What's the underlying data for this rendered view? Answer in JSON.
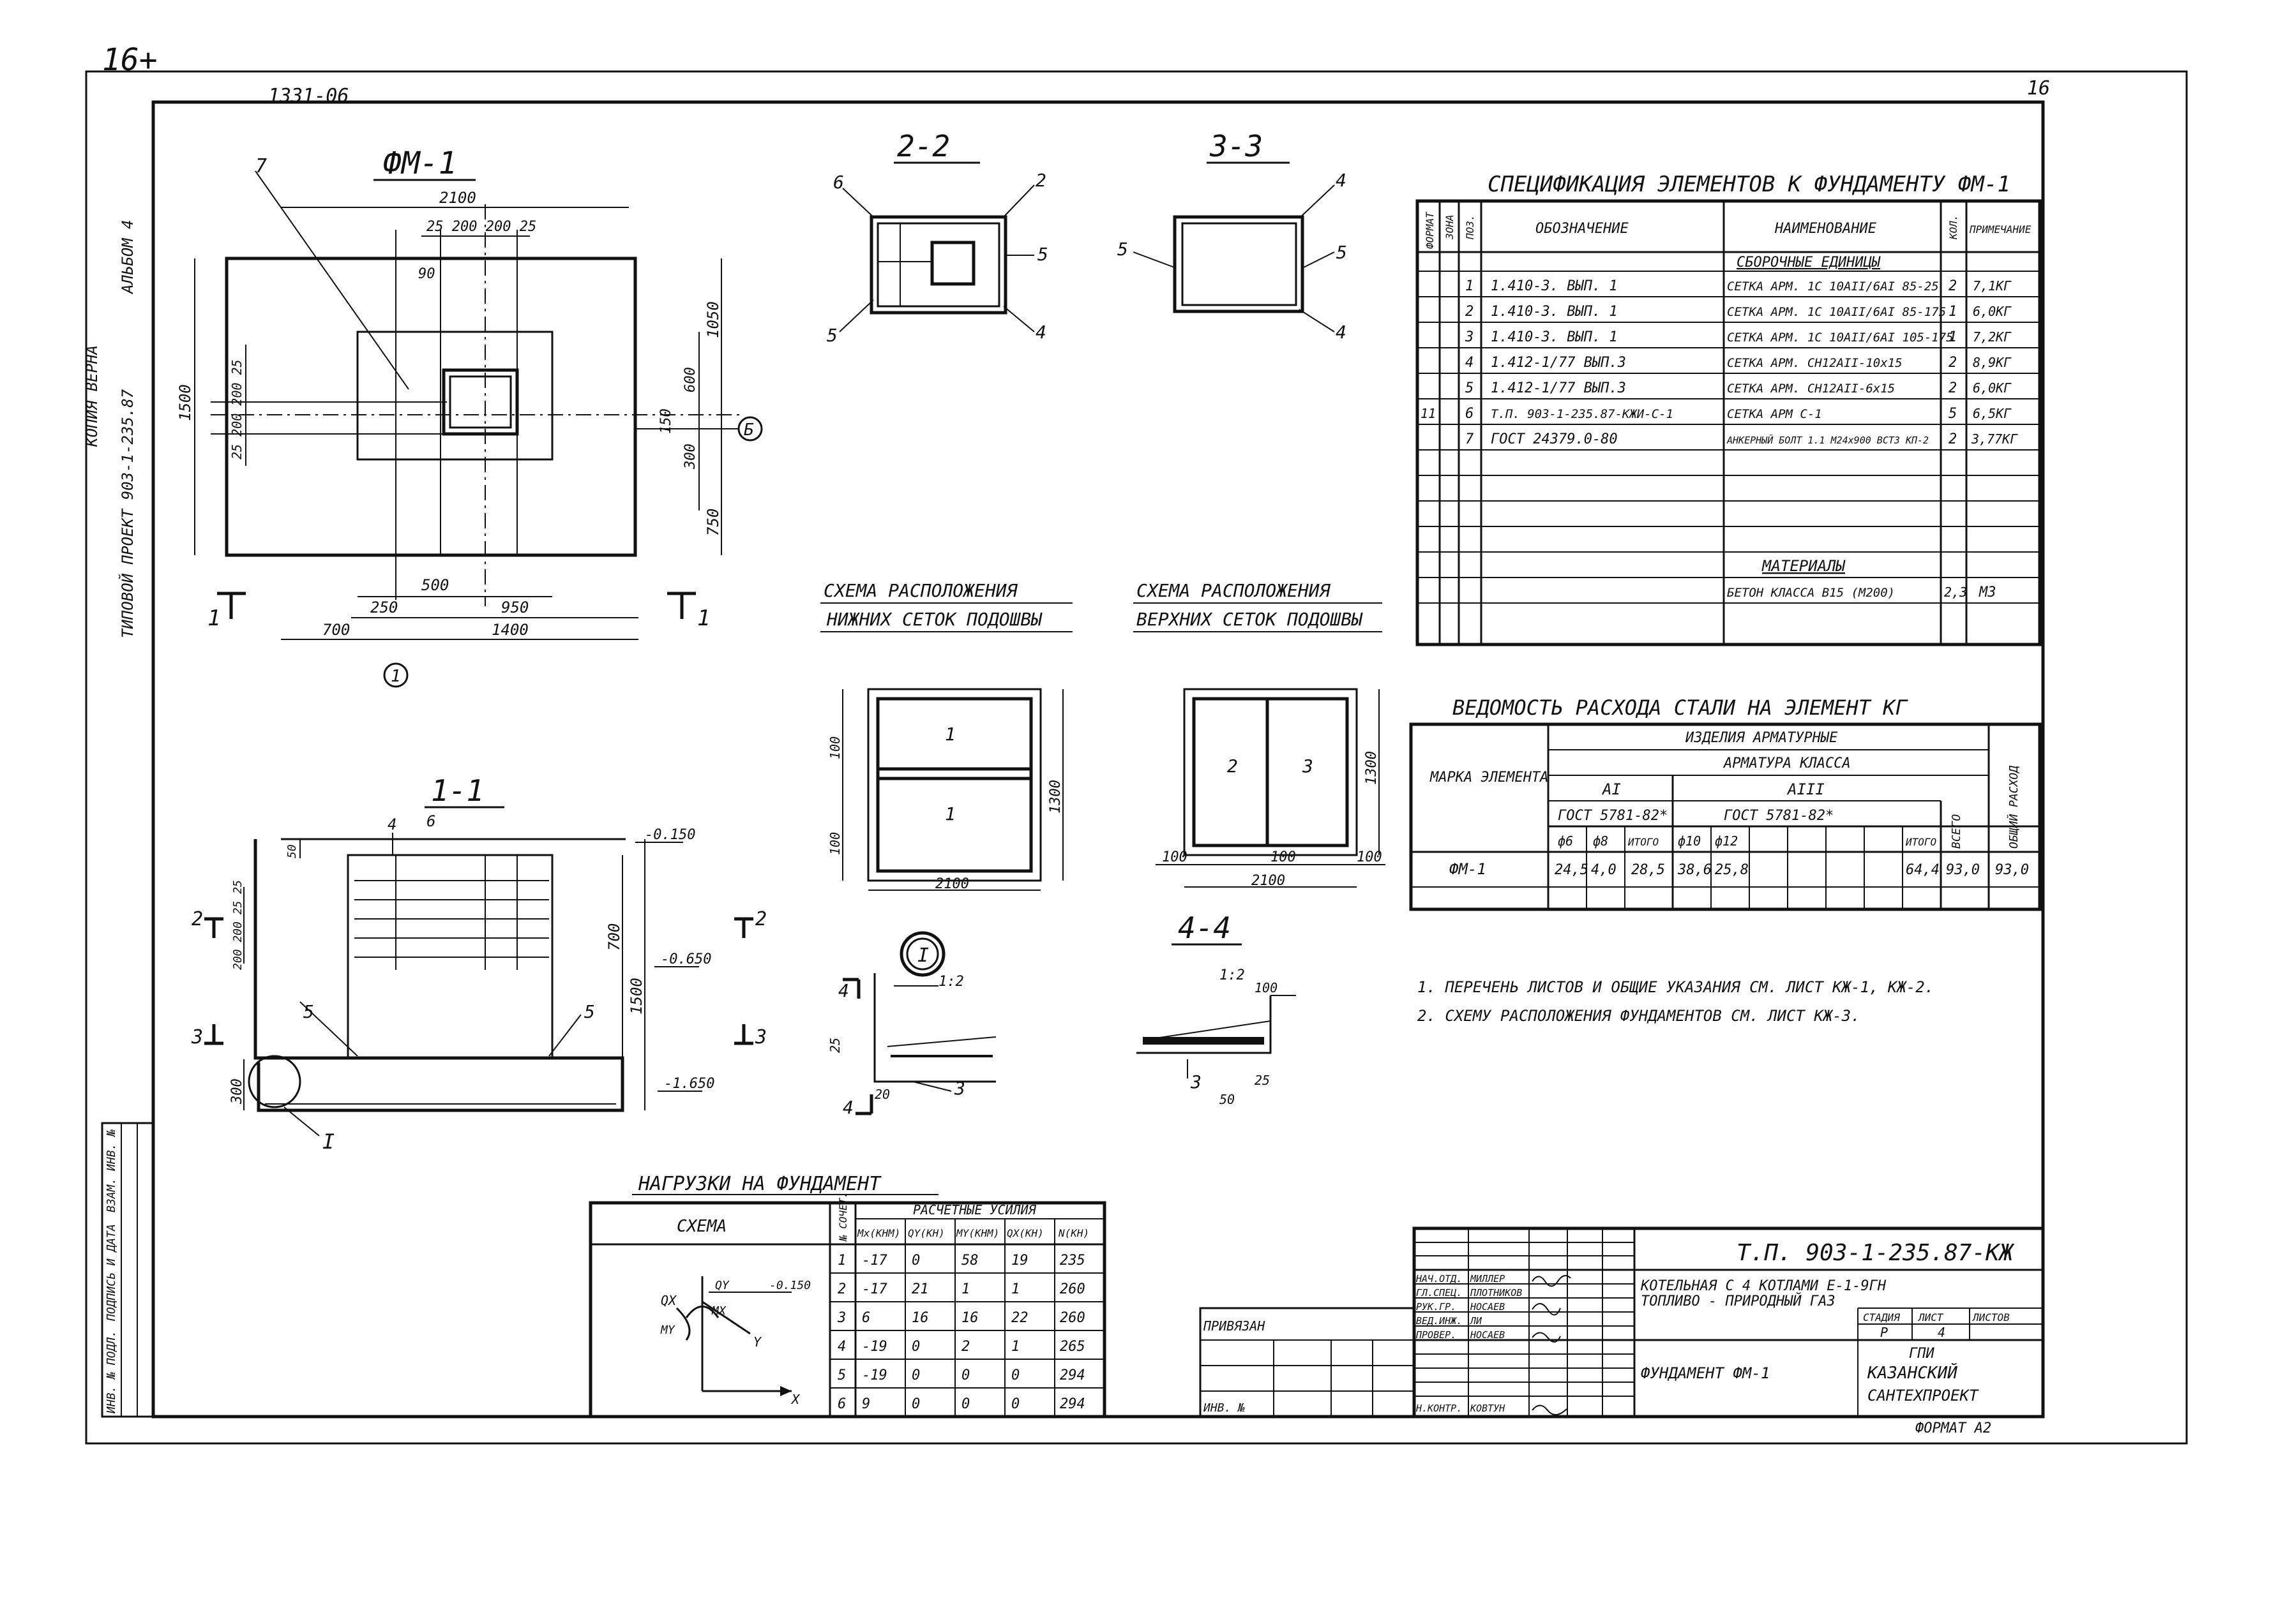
{
  "corner": {
    "top_left": "16+",
    "archive": "1331-06",
    "sheet_no": "16"
  },
  "side": {
    "copy_note": "КОПИЯ ВЕРНА",
    "album": "АЛЬБОМ 4",
    "project": "ТИПОВОЙ ПРОЕКТ 903-1-235.87"
  },
  "fm1": {
    "title": "ФМ-1",
    "leader": "7",
    "dim_top_total": "2100",
    "dim_top_parts": "25 200 200 25",
    "dim_90": "90",
    "dim_left_total": "1500",
    "dim_left_parts": "25 200 200 25",
    "dim_right_1050": "1050",
    "dim_right_600": "600",
    "dim_right_150": "150",
    "dim_right_300": "300",
    "dim_right_750": "750",
    "dim_500": "500",
    "dim_250": "250",
    "dim_950": "950",
    "dim_700": "700",
    "dim_1400": "1400",
    "axis_b": "Б",
    "axis_1": "1",
    "cut_l": "1",
    "cut_r": "1"
  },
  "s22": {
    "title": "2-2",
    "c6": "6",
    "c2": "2",
    "c5r": "5",
    "c5l": "5",
    "c4": "4"
  },
  "s33": {
    "title": "3-3",
    "c4t": "4",
    "c5l": "5",
    "c5r": "5",
    "c4b": "4"
  },
  "scheme_lower": {
    "title1": "СХЕМА РАСПОЛОЖЕНИЯ",
    "title2": "НИЖНИХ СЕТОК ПОДОШВЫ",
    "d100a": "100",
    "d100b": "100",
    "d1300": "1300",
    "d2100": "2100",
    "m1": "1",
    "m2": "1"
  },
  "scheme_upper": {
    "title1": "СХЕМА РАСПОЛОЖЕНИЯ",
    "title2": "ВЕРХНИХ СЕТОК ПОДОШВЫ",
    "d100a": "100",
    "d100b": "100",
    "d100c": "100",
    "d1300": "1300",
    "d2100": "2100",
    "m2": "2",
    "m3": "3"
  },
  "s11": {
    "title": "1-1",
    "c4": "4",
    "c6": "6",
    "el1": "-0.150",
    "el2": "-0.650",
    "el3": "-1.650",
    "d700": "700",
    "d1500": "1500",
    "d300": "300",
    "d200": "200 200 25 25",
    "d50": "50",
    "c5a": "5",
    "c5b": "5",
    "cut2l": "2",
    "cut2r": "2",
    "cut3l": "3",
    "cut3r": "3",
    "node": "I"
  },
  "node1": {
    "mark": "I",
    "c4a": "4",
    "c4b": "4",
    "d12": "1:2",
    "d25": "25",
    "d20": "20",
    "c3": "3"
  },
  "s44": {
    "title": "4-4",
    "d12": "1:2",
    "d100": "100",
    "d25": "25",
    "d50": "50",
    "c3": "3"
  },
  "spec": {
    "title": "СПЕЦИФИКАЦИЯ ЭЛЕМЕНТОВ К ФУНДАМЕНТУ ФМ-1",
    "headers": [
      "ФОРМАТ",
      "ЗОНА",
      "ПОЗ.",
      "ОБОЗНАЧЕНИЕ",
      "НАИМЕНОВАНИЕ",
      "КОЛ.",
      "ПРИМЕЧАНИЕ"
    ],
    "section1": "СБОРОЧНЫЕ ЕДИНИЦЫ",
    "rows": [
      {
        "f": "",
        "z": "",
        "p": "1",
        "o": "1.410-3. ВЫП. 1",
        "n": "СЕТКА АРМ. 1С 10АII/6АI 85-25",
        "q": "2",
        "r": "7,1КГ"
      },
      {
        "f": "",
        "z": "",
        "p": "2",
        "o": "1.410-3. ВЫП. 1",
        "n": "СЕТКА АРМ. 1С 10АII/6АI 85-175",
        "q": "1",
        "r": "6,0КГ"
      },
      {
        "f": "",
        "z": "",
        "p": "3",
        "o": "1.410-3. ВЫП. 1",
        "n": "СЕТКА АРМ. 1С 10АII/6АI 105-175",
        "q": "1",
        "r": "7,2КГ"
      },
      {
        "f": "",
        "z": "",
        "p": "4",
        "o": "1.412-1/77 ВЫП.3",
        "n": "СЕТКА АРМ. СН12АII-10х15",
        "q": "2",
        "r": "8,9КГ"
      },
      {
        "f": "",
        "z": "",
        "p": "5",
        "o": "1.412-1/77 ВЫП.3",
        "n": "СЕТКА АРМ. СН12АII-6х15",
        "q": "2",
        "r": "6,0КГ"
      },
      {
        "f": "11",
        "z": "",
        "p": "6",
        "o": "Т.П. 903-1-235.87-КЖИ-С-1",
        "n": "СЕТКА АРМ С-1",
        "q": "5",
        "r": "6,5КГ"
      },
      {
        "f": "",
        "z": "",
        "p": "7",
        "o": "ГОСТ 24379.0-80",
        "n": "АНКЕРНЫЙ БОЛТ 1.1 М24х900 ВСТ3 КП-2",
        "q": "2",
        "r": "3,77КГ"
      }
    ],
    "section2": "МАТЕРИАЛЫ",
    "material": {
      "n": "БЕТОН КЛАССА В15 (М200)",
      "q": "2,3",
      "r": "М3"
    }
  },
  "steel": {
    "title": "ВЕДОМОСТЬ РАСХОДА СТАЛИ НА ЭЛЕМЕНТ КГ",
    "h_mark": "МАРКА ЭЛЕМЕНТА",
    "h_group": "ИЗДЕЛИЯ АРМАТУРНЫЕ",
    "h_class": "АРМАТУРА КЛАССА",
    "h_a1": "АI",
    "h_a3": "АIII",
    "h_gost1": "ГОСТ 5781-82*",
    "h_gost2": "ГОСТ 5781-82*",
    "h_cols": [
      "ф6",
      "ф8",
      "ИТОГО",
      "ф10",
      "ф12",
      "ИТОГО",
      "ВСЕГО",
      "ОБЩИЙ РАСХОД"
    ],
    "row": {
      "mark": "ФМ-1",
      "v": [
        "24,5",
        "4,0",
        "28,5",
        "38,6",
        "25,8",
        "64,4",
        "93,0",
        "93,0"
      ]
    }
  },
  "notes": [
    "1. ПЕРЕЧЕНЬ ЛИСТОВ И ОБЩИЕ УКАЗАНИЯ СМ. ЛИСТ КЖ-1, КЖ-2.",
    "2. СХЕМУ РАСПОЛОЖЕНИЯ ФУНДАМЕНТОВ СМ. ЛИСТ КЖ-3."
  ],
  "loads": {
    "title": "НАГРУЗКИ НА ФУНДАМЕНТ",
    "h_scheme": "СХЕМА",
    "h_comb": "№ СОЧЕТ.",
    "h_group": "РАСЧЕТНЫЕ УСИЛИЯ",
    "h_cols": [
      "Мх(КНМ)",
      "QY(КН)",
      "МY(КНМ)",
      "QХ(КН)",
      "N(КН)"
    ],
    "rows": [
      [
        "1",
        "-17",
        "0",
        "58",
        "19",
        "235"
      ],
      [
        "2",
        "-17",
        "21",
        "1",
        "1",
        "260"
      ],
      [
        "3",
        "6",
        "16",
        "16",
        "22",
        "260"
      ],
      [
        "4",
        "-19",
        "0",
        "2",
        "1",
        "265"
      ],
      [
        "5",
        "-19",
        "0",
        "0",
        "0",
        "294"
      ],
      [
        "6",
        "9",
        "0",
        "0",
        "0",
        "294"
      ]
    ],
    "scheme_labels": {
      "qx": "QX",
      "mx": "MX",
      "my": "MY",
      "qy": "QY",
      "el": "-0.150",
      "x": "X",
      "y": "Y"
    }
  },
  "stamp": {
    "code": "Т.П. 903-1-235.87-КЖ",
    "obj1": "КОТЕЛЬНАЯ С 4 КОТЛАМИ Е-1-9ГН",
    "obj2": "ТОПЛИВО - ПРИРОДНЫЙ ГАЗ",
    "sheet_title": "ФУНДАМЕНТ ФМ-1",
    "stage_h": "СТАДИЯ",
    "sheet_h": "ЛИСТ",
    "sheets_h": "ЛИСТОВ",
    "stage": "Р",
    "sheet": "4",
    "sheets": "",
    "org1": "ГПИ",
    "org2": "КАЗАНСКИЙ",
    "org3": "САНТЕХПРОЕКТ",
    "format": "ФОРМАТ А2",
    "roles": [
      {
        "role": "НАЧ.ОТД.",
        "name": "МИЛЛЕР"
      },
      {
        "role": "ГЛ.СПЕЦ.",
        "name": "ПЛОТНИКОВ"
      },
      {
        "role": "РУК.ГР.",
        "name": "НОСАЕВ"
      },
      {
        "role": "ВЕД.ИНЖ.",
        "name": "ЛИ"
      },
      {
        "role": "ПРОВЕР.",
        "name": "НОСАЕВ"
      }
    ],
    "kontr": {
      "role": "Н.КОНТР.",
      "name": "КОВТУН"
    },
    "linked": "ПРИВЯЗАН",
    "inv": "ИНВ. №"
  },
  "left_strip": [
    "ИНВ. № ПОДЛ.",
    "ПОДПИСЬ И ДАТА",
    "ВЗАМ. ИНВ. №"
  ]
}
